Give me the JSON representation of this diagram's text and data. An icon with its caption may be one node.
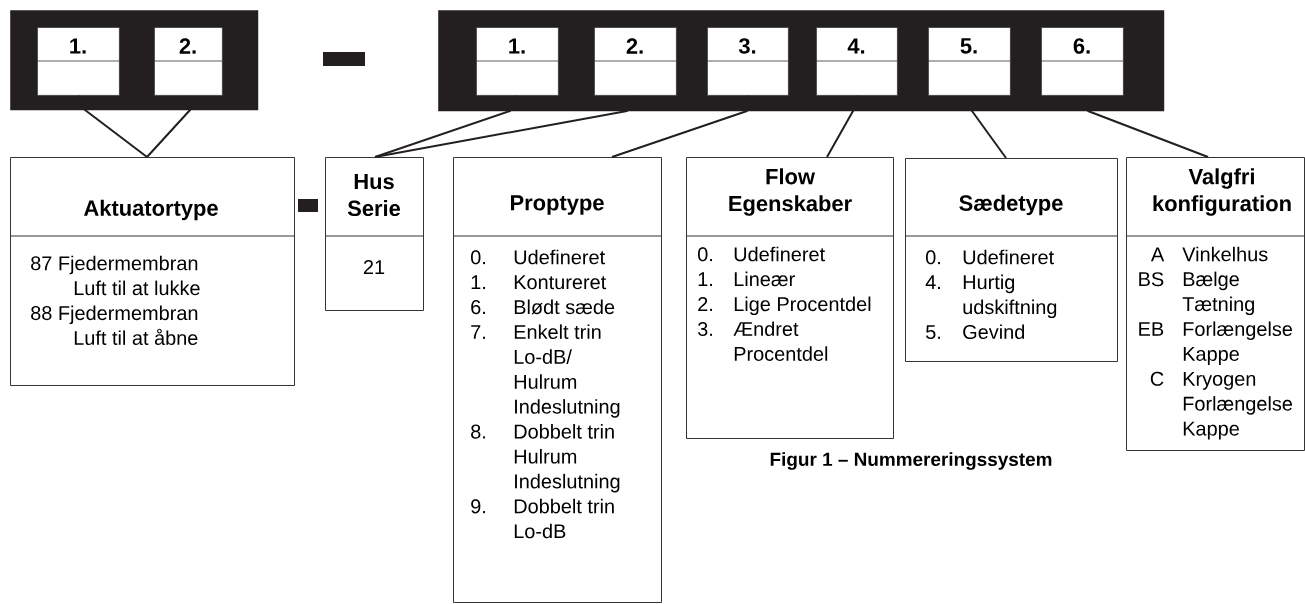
{
  "diagram": {
    "caption": "Figur 1 – Nummereringssystem",
    "nodes": [
      {
        "text": [],
        "shape": "box"
      },
      {
        "text": [
          "1."
        ],
        "in": 0
      },
      {
        "text": [
          "2."
        ],
        "in": 0
      },
      {
        "text": [],
        "shape": "box"
      },
      {
        "text": [
          "1."
        ],
        "in": 3
      },
      {
        "text": [
          "2."
        ],
        "in": 3
      },
      {
        "text": [
          "3."
        ],
        "in": 3
      },
      {
        "text": [
          "4."
        ],
        "in": 3
      },
      {
        "text": [
          "5."
        ],
        "in": 3
      },
      {
        "text": [
          "6."
        ],
        "in": 3
      },
      {
        "text": [
          "Aktuatortype",
          "87 Fjedermembran Luft til at lukke",
          "88 Fjedermembran Luft til at åbne"
        ]
      },
      {
        "text": [
          "Hus Serie",
          "21"
        ]
      },
      {
        "text": [
          "Proptype",
          "0.",
          "Udefineret",
          "1.",
          "Kontureret",
          "6.",
          "Blødt sæde",
          "7.",
          "Enkelt trin Lo-dB/ Hulrum Indeslutning",
          "8.",
          "Dobbelt trin Hulrum Indeslutning",
          "9.",
          "Dobbelt trin Lo-dB"
        ]
      },
      {
        "text": [
          "Flow Egenskaber",
          "0.",
          "Udefineret",
          "1.",
          "Lineær",
          "2.",
          "Lige Procentdel",
          "3.",
          "Ændret Procentdel"
        ]
      },
      {
        "text": [
          "Sædetype",
          "0.",
          "Udefineret",
          "4.",
          "Hurtig udskiftning",
          "5.",
          "Gevind"
        ]
      },
      {
        "text": [
          "Valgfri konfiguration",
          "A",
          "Vinkelhus",
          "BS",
          "Bælge Tætning",
          "EB",
          "Forlængelse Kappe",
          "C",
          "Kryogen Forlængelse Kappe"
        ]
      }
    ],
    "edges": [
      {
        "from": 1,
        "to": 10,
        "arrow": "none"
      },
      {
        "from": 2,
        "to": 10,
        "arrow": "none"
      },
      {
        "from": 4,
        "to": 11,
        "arrow": "none"
      },
      {
        "from": 5,
        "to": 11,
        "arrow": "none"
      },
      {
        "from": 6,
        "to": 12,
        "arrow": "none"
      },
      {
        "from": 7,
        "to": 13,
        "arrow": "none"
      },
      {
        "from": 8,
        "to": 14,
        "arrow": "none"
      },
      {
        "from": 9,
        "to": 15,
        "arrow": "none"
      }
    ]
  }
}
